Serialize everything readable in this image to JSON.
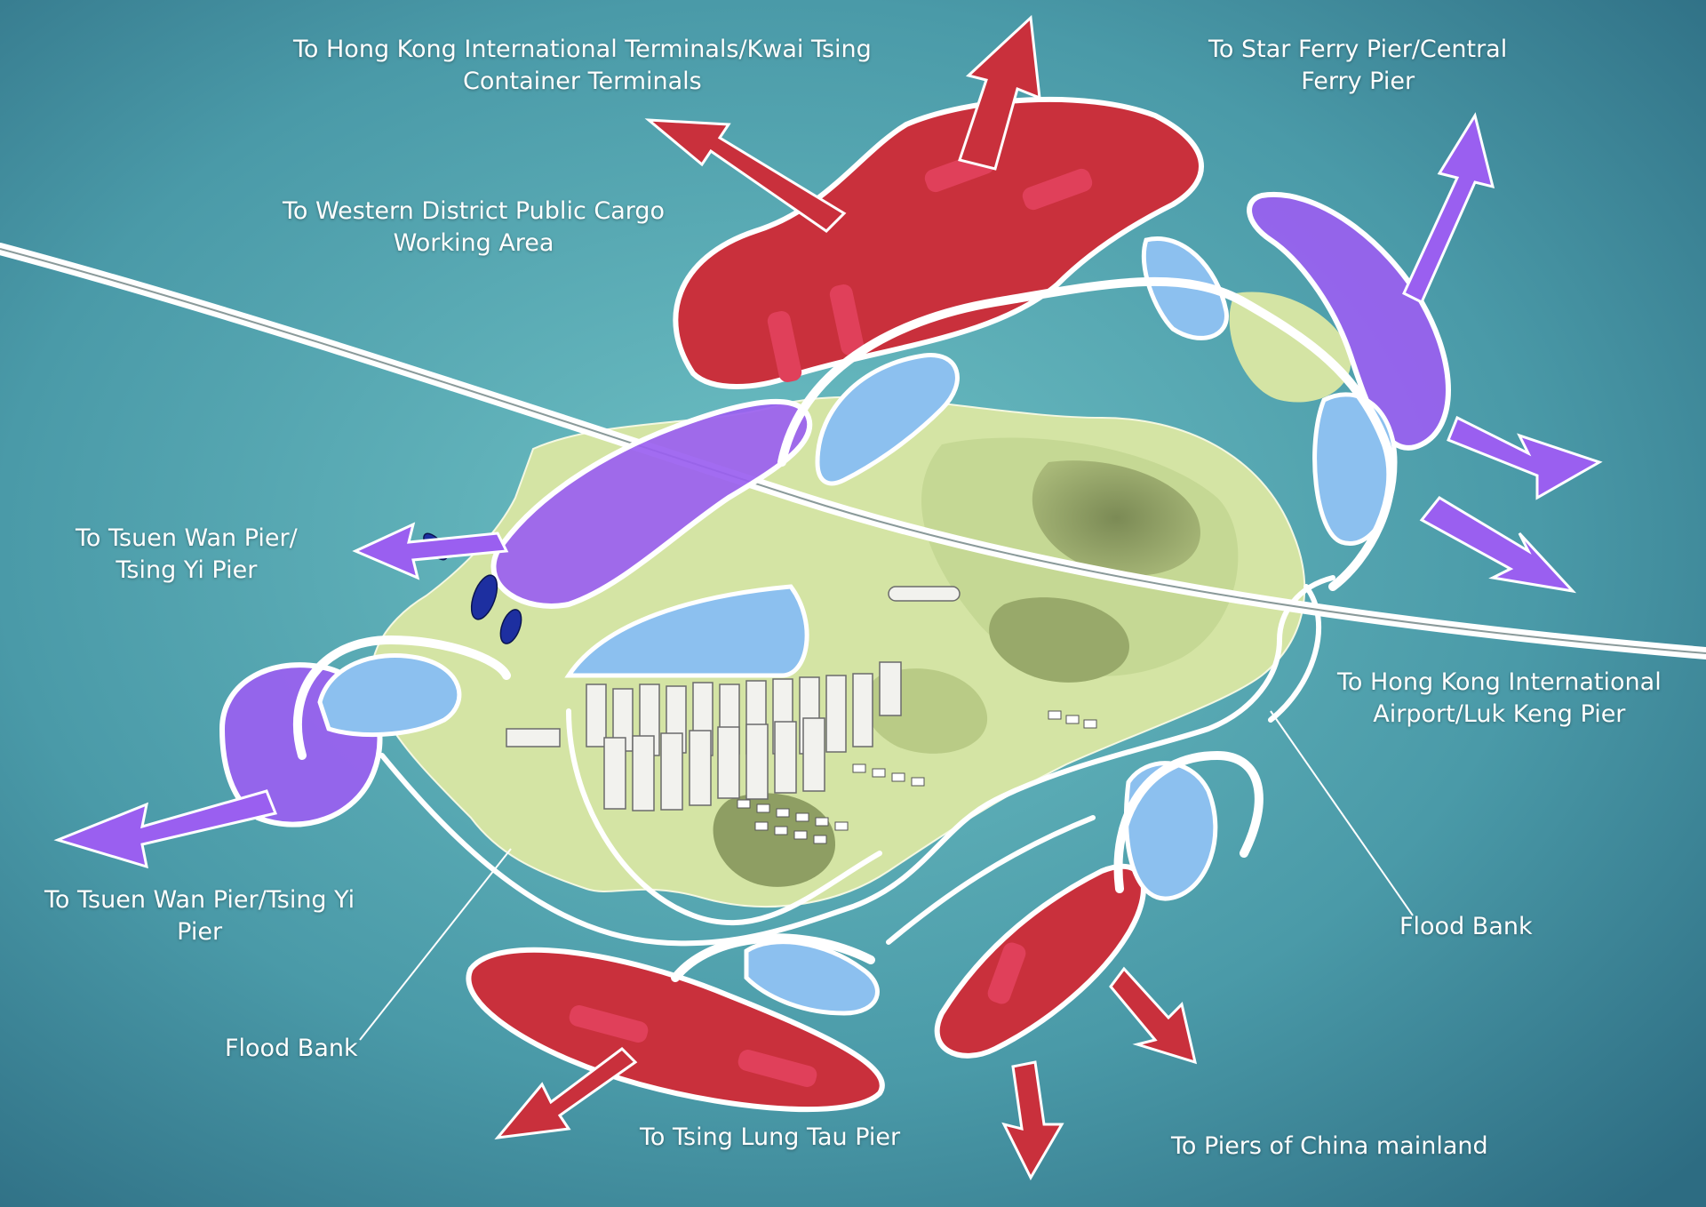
{
  "colors": {
    "sea_light": "#5fb3bb",
    "sea_dark": "#2e6f84",
    "land": "#d6e6a8",
    "land_dark": "#8e9e63",
    "cargo_red": "#c9303c",
    "ferry_purple": "#9a5ff0",
    "flood_blue": "#8cc0ef",
    "bank_white": "#ffffff"
  },
  "icons": [
    "arrow-icon",
    "building-icon",
    "ship-icon"
  ],
  "labels": {
    "hk_terminals": [
      "To Hong Kong International Terminals/Kwai Tsing",
      "Container Terminals"
    ],
    "star_ferry": [
      "To Star Ferry Pier/Central",
      "Ferry Pier"
    ],
    "western_cargo": [
      "To Western District Public Cargo",
      "Working Area"
    ],
    "tsuen_wan_1": [
      "To Tsuen Wan Pier/",
      "Tsing Yi Pier"
    ],
    "airport": [
      "To Hong Kong International",
      "Airport/Luk Keng Pier"
    ],
    "tsuen_wan_2": [
      "To Tsuen Wan Pier/Tsing Yi",
      "Pier"
    ],
    "flood_bank_right": [
      "Flood Bank"
    ],
    "flood_bank_left": [
      "Flood Bank"
    ],
    "tsing_lung_tau": [
      "To Tsing Lung Tau Pier"
    ],
    "china_mainland": [
      "To Piers of China mainland"
    ]
  }
}
